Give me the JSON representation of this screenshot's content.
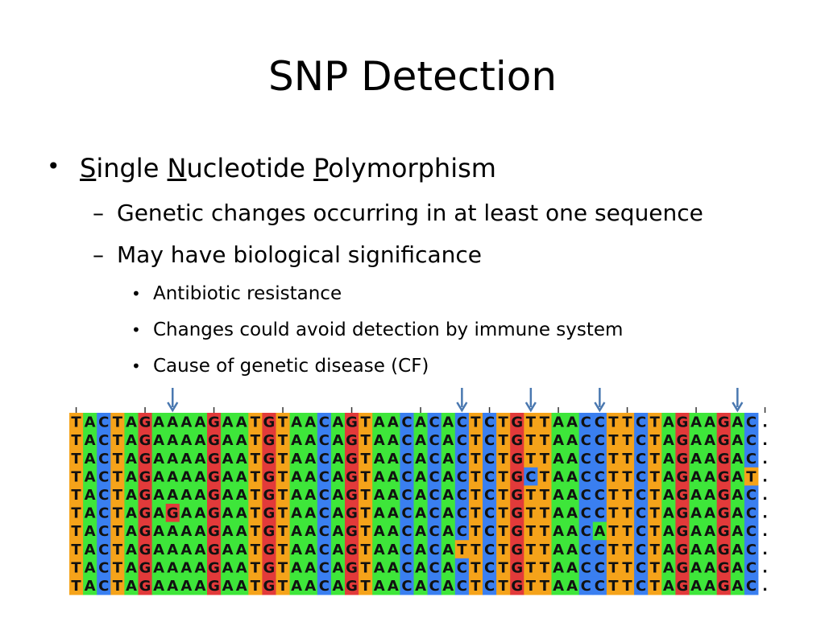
{
  "title": "SNP Detection",
  "bullet1": {
    "part_s": "S",
    "part_ingle": "ingle ",
    "part_n": "N",
    "part_ucleotide": "ucleotide ",
    "part_p": "P",
    "part_olymorphism": "olymorphism"
  },
  "sub_bullets": [
    "Genetic changes occurring in at least one sequence",
    "May have biological significance"
  ],
  "sub_sub_bullets": [
    "Antibiotic resistance",
    "Changes could avoid detection by immune system",
    "Cause of genetic disease (CF)"
  ],
  "alignment": {
    "sequences": [
      "TACTAGAAAAGAATGTAACAGTAACACACTCTGTTAACCTTCTAGAAGAC.",
      "TACTAGAAAAGAATGTAACAGTAACACACTCTGTTAACCTTCTAGAAGAC.",
      "TACTAGAAAAGAATGTAACAGTAACACACTCTGTTAACCTTCTAGAAGAC.",
      "TACTAGAAAAGAATGTAACAGTAACACACTCTGCTAACCTTCTAGAAGAT.",
      "TACTAGAAAAGAATGTAACAGTAACACACTCTGTTAACCTTCTAGAAGAC.",
      "TACTAGAGAAGAATGTAACAGTAACACACTCTGTTAACCTTCTAGAAGAC.",
      "TACTAGAAAAGAATGTAACAGTAACACACTCTGTTAACATTCTAGAAGAC.",
      "TACTAGAAAAGAATGTAACAGTAACACATTCTGTTAACCTTCTAGAAGAC.",
      "TACTAGAAAAGAATGTAACAGTAACACACTCTGTTAACCTTCTAGAAGAC.",
      "TACTAGAAAAGAATGTAACAGTAACACACTCTGTTAACCTTCTAGAAGAC."
    ],
    "snp_columns": [
      7,
      28,
      33,
      38,
      48
    ],
    "colors": {
      "A": "#3ee63a",
      "C": "#3a7ff0",
      "G": "#e23a3a",
      "T": "#f5a31a"
    }
  }
}
